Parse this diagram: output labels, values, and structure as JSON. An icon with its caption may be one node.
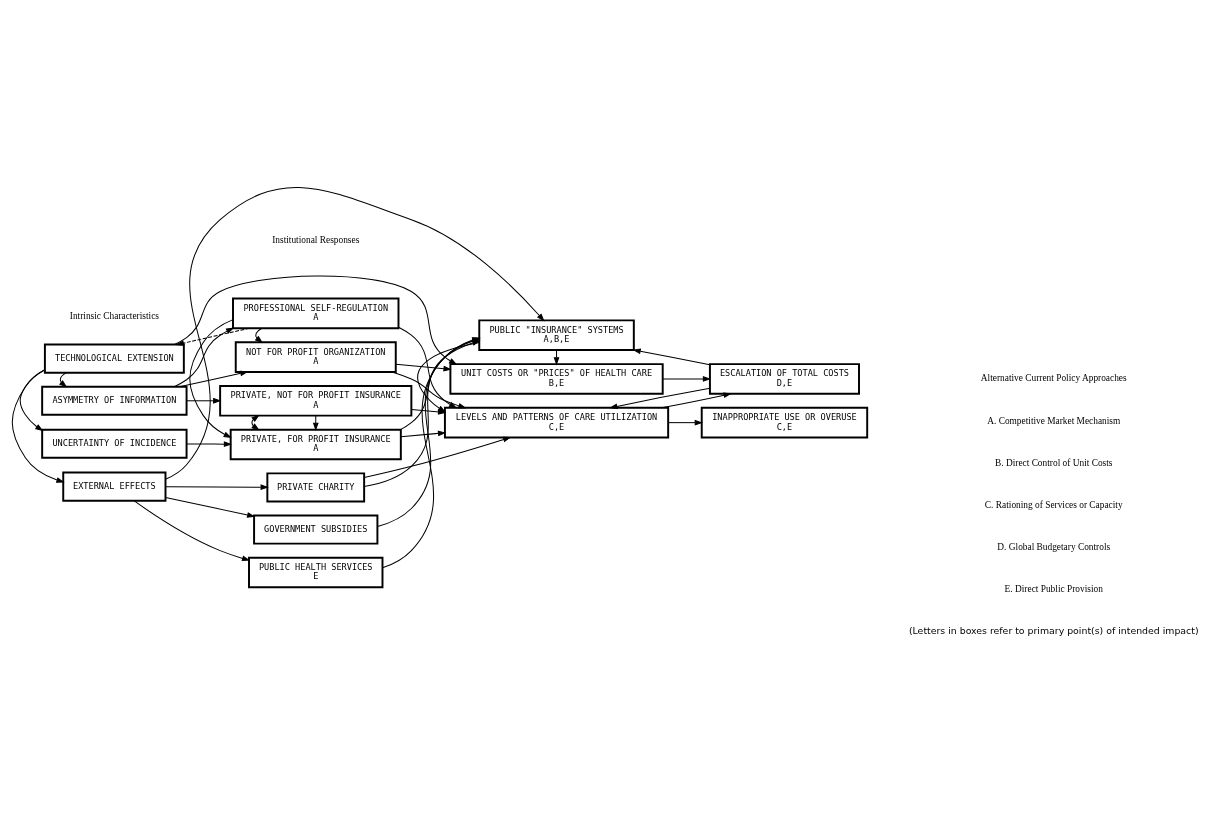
{
  "diagram": {
    "nodes": [
      {
        "text": [
          "TECHNOLOGICAL EXTENSION"
        ]
      },
      {
        "text": [
          "ASYMMETRY OF INFORMATION"
        ]
      },
      {
        "text": [
          "UNCERTAINTY OF INCIDENCE"
        ]
      },
      {
        "text": [
          "EXTERNAL EFFECTS"
        ]
      },
      {
        "text": [
          "PROFESSIONAL SELF-REGULATION",
          "A"
        ]
      },
      {
        "text": [
          "NOT FOR PROFIT ORGANIZATION",
          "A"
        ]
      },
      {
        "text": [
          "PRIVATE, NOT FOR PROFIT INSURANCE",
          "A"
        ]
      },
      {
        "text": [
          "PRIVATE, FOR PROFIT INSURANCE",
          "A"
        ]
      },
      {
        "text": [
          "PRIVATE CHARITY"
        ]
      },
      {
        "text": [
          "GOVERNMENT SUBSIDIES"
        ]
      },
      {
        "text": [
          "PUBLIC HEALTH SERVICES",
          "E"
        ]
      },
      {
        "text": [
          "UNIT COSTS OR \"PRICES\" OF HEALTH CARE",
          "B,E"
        ]
      },
      {
        "text": [
          "LEVELS AND PATTERNS OF CARE UTILIZATION",
          "C,E"
        ]
      },
      {
        "text": [
          "PUBLIC \"INSURANCE\" SYSTEMS",
          "A,B,E"
        ]
      },
      {
        "text": [
          "ESCALATION OF TOTAL COSTS",
          "D,E"
        ]
      },
      {
        "text": [
          "INAPPROPRIATE USE OR OVERUSE",
          "C,E"
        ]
      }
    ],
    "edges": [
      {
        "from": 0,
        "to": 1,
        "arrow": "to"
      },
      {
        "from": 0,
        "to": 2,
        "arrow": "to"
      },
      {
        "from": 0,
        "to": 3,
        "arrow": "to"
      },
      {
        "from": 0,
        "to": 11,
        "arrow": "to"
      },
      {
        "from": 4,
        "to": 0,
        "arrow": "to",
        "style": "dashed"
      },
      {
        "from": 1,
        "to": 4,
        "arrow": "to"
      },
      {
        "from": 1,
        "to": 5,
        "arrow": "to"
      },
      {
        "from": 1,
        "to": 6,
        "arrow": "to"
      },
      {
        "from": 2,
        "to": 7,
        "arrow": "to"
      },
      {
        "from": 3,
        "to": 8,
        "arrow": "to"
      },
      {
        "from": 3,
        "to": 9,
        "arrow": "to"
      },
      {
        "from": 3,
        "to": 10,
        "arrow": "to"
      },
      {
        "from": 3,
        "to": 13,
        "arrow": "to"
      },
      {
        "from": 4,
        "to": 5,
        "arrow": "to"
      },
      {
        "from": 4,
        "to": 7,
        "arrow": "to"
      },
      {
        "from": 4,
        "to": 12,
        "arrow": "to"
      },
      {
        "from": 5,
        "to": 11,
        "arrow": "to"
      },
      {
        "from": 5,
        "to": 12,
        "arrow": "to"
      },
      {
        "from": 6,
        "to": 7,
        "arrow": "to"
      },
      {
        "from": 6,
        "to": 7,
        "arrow": "both"
      },
      {
        "from": 6,
        "to": 12,
        "arrow": "to"
      },
      {
        "from": 7,
        "to": 12,
        "arrow": "to"
      },
      {
        "from": 7,
        "to": 13,
        "arrow": "to"
      },
      {
        "from": 8,
        "to": 12,
        "arrow": "to"
      },
      {
        "from": 8,
        "to": 13,
        "arrow": "to"
      },
      {
        "from": 9,
        "to": 13,
        "arrow": "to"
      },
      {
        "from": 10,
        "to": 13,
        "arrow": "to"
      },
      {
        "from": 13,
        "to": 12,
        "arrow": "to"
      },
      {
        "from": 13,
        "to": 11,
        "arrow": "to"
      },
      {
        "from": 11,
        "to": 14,
        "arrow": "to"
      },
      {
        "from": 12,
        "to": 14,
        "arrow": "to"
      },
      {
        "from": 14,
        "to": 12,
        "arrow": "to"
      },
      {
        "from": 14,
        "to": 13,
        "arrow": "to"
      },
      {
        "from": 12,
        "to": 15,
        "arrow": "to"
      }
    ],
    "labels": [
      "Intrinsic Characteristics",
      "Institutional Responses",
      "Alternative Current Policy Approaches",
      "A. Competitive Market Mechanism",
      "B. Direct Control of Unit Costs",
      "C. Rationing of Services or Capacity",
      "D. Global Budgetary Controls",
      "E. Direct Public Provision",
      "(Letters in boxes refer to primary point(s) of intended impact)"
    ]
  }
}
